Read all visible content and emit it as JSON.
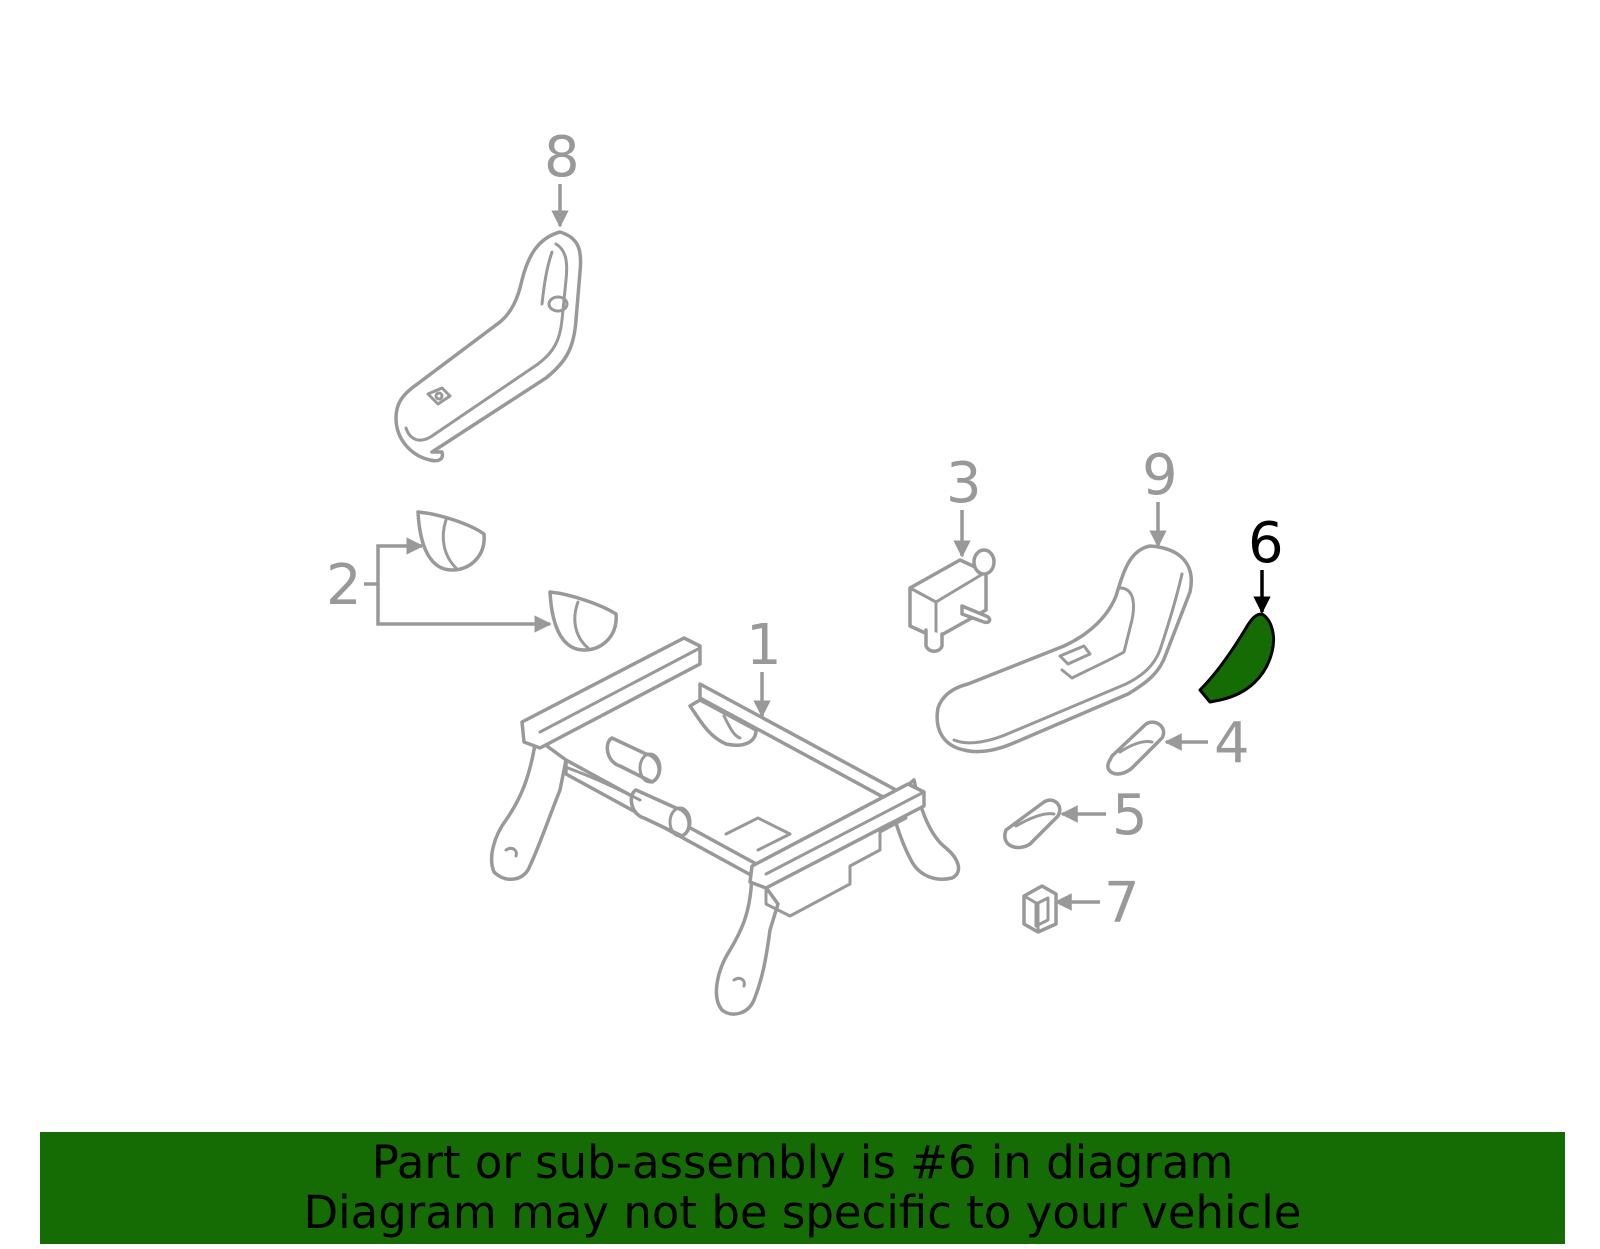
{
  "callouts": [
    {
      "id": "1",
      "label": "1"
    },
    {
      "id": "2",
      "label": "2"
    },
    {
      "id": "3",
      "label": "3"
    },
    {
      "id": "4",
      "label": "4"
    },
    {
      "id": "5",
      "label": "5"
    },
    {
      "id": "6",
      "label": "6",
      "highlighted": true
    },
    {
      "id": "7",
      "label": "7"
    },
    {
      "id": "8",
      "label": "8"
    },
    {
      "id": "9",
      "label": "9"
    }
  ],
  "banner": {
    "line1": "Part or sub-assembly is #6 in diagram",
    "line2": "Diagram may not be specific to your vehicle"
  },
  "colors": {
    "highlight": "#156b04",
    "line_art": "#999999",
    "banner_bg": "#156b04"
  }
}
